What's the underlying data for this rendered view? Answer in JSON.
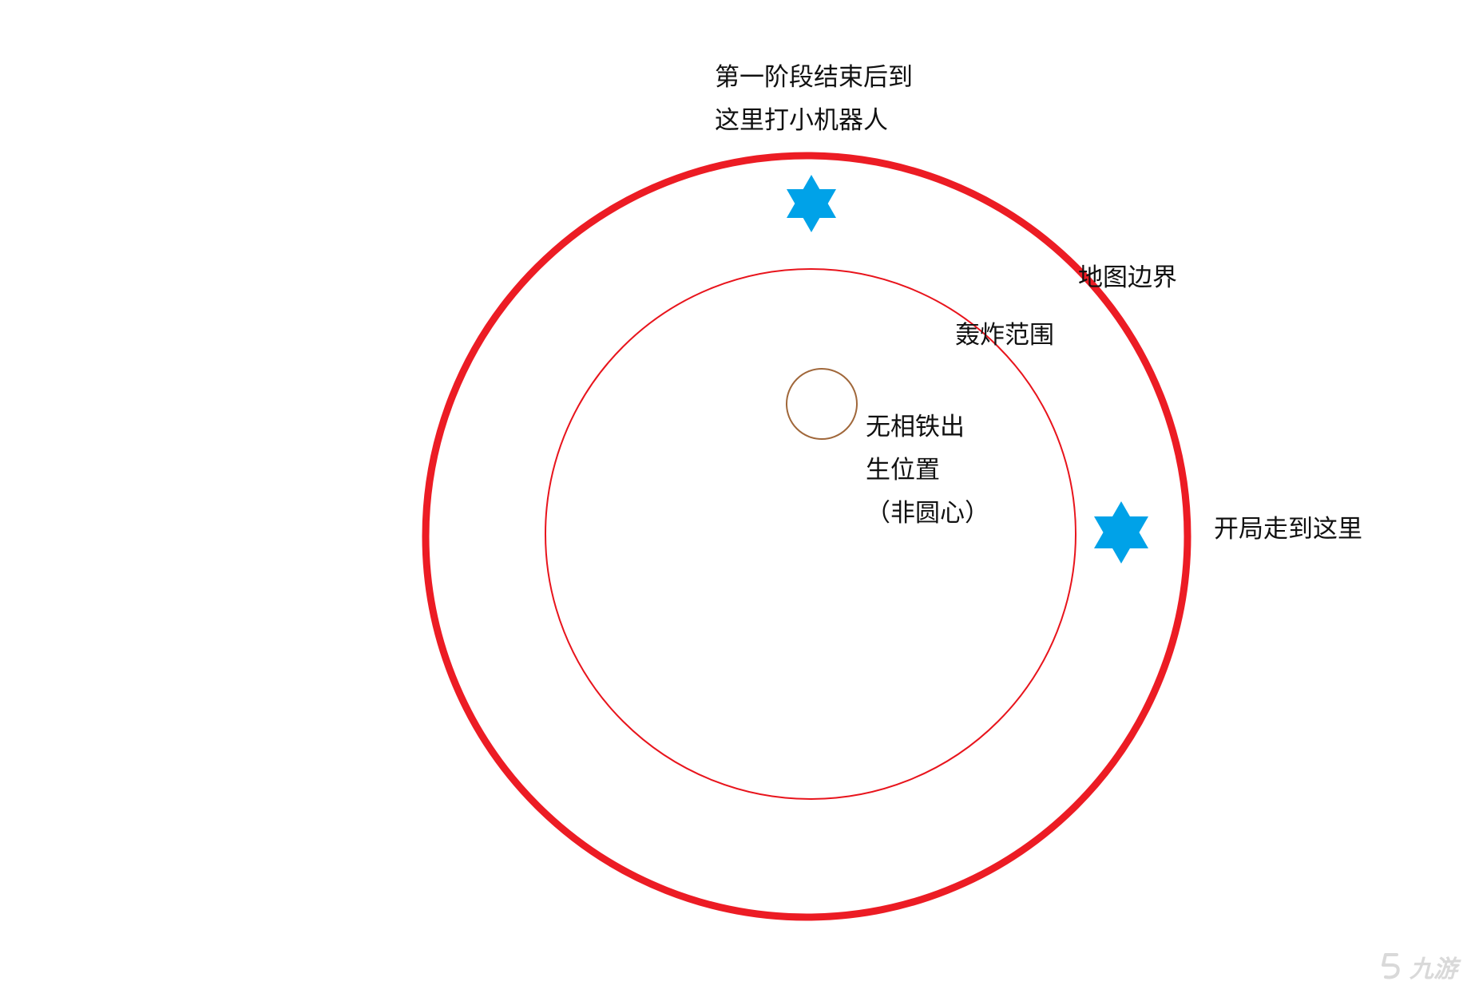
{
  "colors": {
    "map_boundary": "#ec1c24",
    "bomb_range": "#e8141c",
    "spawn_circle": "#a0673a",
    "marker_star": "#00a2e8",
    "text": "#111111"
  },
  "labels": {
    "stage_one_line1": "第一阶段结束后到",
    "stage_one_line2": "这里打小机器人",
    "map_boundary": "地图边界",
    "bomb_range": "轰炸范围",
    "spawn_line1": "无相铁出",
    "spawn_line2": "生位置",
    "spawn_line3": "（非圆心）",
    "start_walk": "开局走到这里"
  },
  "icons": {
    "stage_one_marker": "star-of-david-icon",
    "start_marker": "star-of-david-icon"
  },
  "watermark": {
    "logo": "jiuyou-logo-icon",
    "text": "九游"
  }
}
